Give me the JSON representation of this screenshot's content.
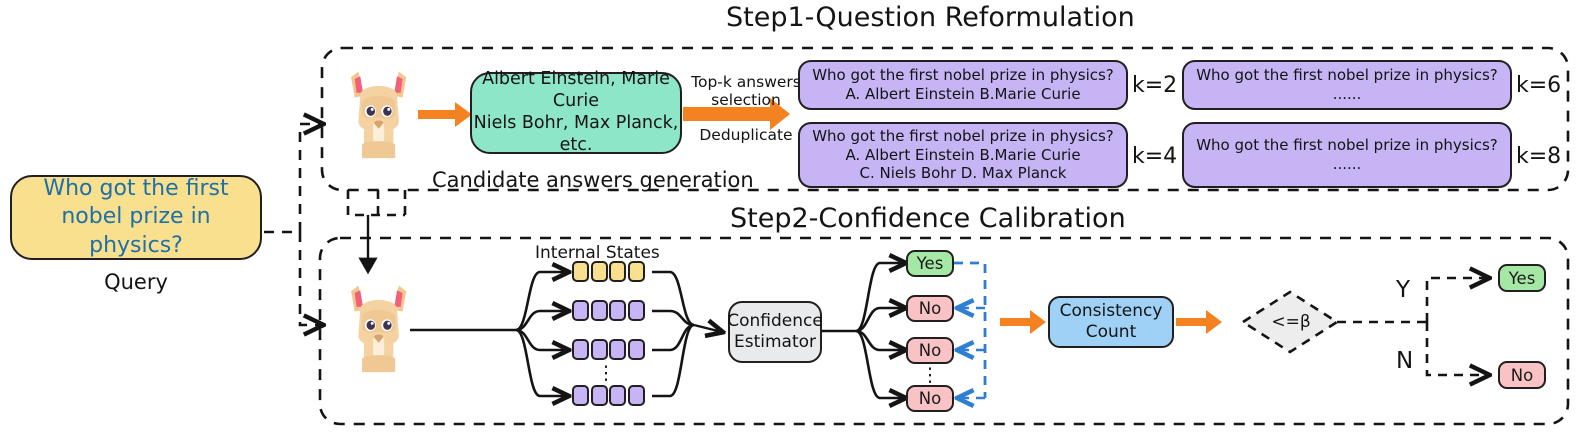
{
  "diagram": {
    "steps": [
      {
        "id": "step1",
        "title": "Step1-Question Reformulation"
      },
      {
        "id": "step2",
        "title": "Step2-Confidence Calibration"
      }
    ],
    "query": {
      "text": "Who got the first nobel prize in physics?",
      "caption": "Query",
      "fill": "#F8E08E",
      "text_color": "#1f6fa8"
    },
    "step1": {
      "model_icon": "llama-icon",
      "candidates": {
        "line1": "Albert Einstein, Marie Curie",
        "line2": "Niels Bohr, Max Planck, etc.",
        "caption": "Candidate answers generation",
        "fill": "#8DE6C8"
      },
      "arrow_labels": {
        "top_line1": "Top-k answers",
        "top_line2": "selection",
        "bottom": "Deduplicate"
      },
      "reformulated": [
        {
          "k_label": "k=2",
          "lines": [
            "Who got the first nobel prize in physics?",
            "A. Albert Einstein B.Marie Curie"
          ]
        },
        {
          "k_label": "k=6",
          "lines": [
            "Who got the first nobel prize in physics?",
            "......"
          ]
        },
        {
          "k_label": "k=4",
          "lines": [
            "Who got the first nobel prize in physics?",
            "A. Albert Einstein B.Marie Curie",
            "C. Niels Bohr D. Max Planck"
          ]
        },
        {
          "k_label": "k=8",
          "lines": [
            "Who got the first nobel prize in physics?",
            "......"
          ]
        }
      ],
      "box_fill": "#C6B4F5"
    },
    "step2": {
      "model_icon": "llama-icon",
      "internal_states_label": "Internal States",
      "state_rows": [
        {
          "color": "yellow",
          "cells": 4
        },
        {
          "color": "purple",
          "cells": 4
        },
        {
          "color": "purple",
          "cells": 4
        },
        {
          "color": "purple",
          "cells": 4
        }
      ],
      "ellipsis": "⋮",
      "estimator": {
        "line1": "Confidence",
        "line2": "Estimator",
        "fill": "#E8EAEC"
      },
      "verdicts": [
        {
          "label": "Yes",
          "kind": "yes"
        },
        {
          "label": "No",
          "kind": "no"
        },
        {
          "label": "No",
          "kind": "no"
        },
        {
          "label": "No",
          "kind": "no"
        }
      ],
      "consistency": {
        "line1": "Consistency",
        "line2": "Count",
        "fill": "#9FD0F5"
      },
      "decision": {
        "label": "<=β",
        "fill": "#EDEDED"
      },
      "branches": {
        "yes_letter": "Y",
        "no_letter": "N"
      },
      "outcomes": [
        {
          "label": "Yes",
          "kind": "yes"
        },
        {
          "label": "No",
          "kind": "no"
        }
      ]
    },
    "colors": {
      "orange_arrow": "#F58220",
      "blue_dashed": "#2E7FD4",
      "outline": "#231f20"
    }
  }
}
